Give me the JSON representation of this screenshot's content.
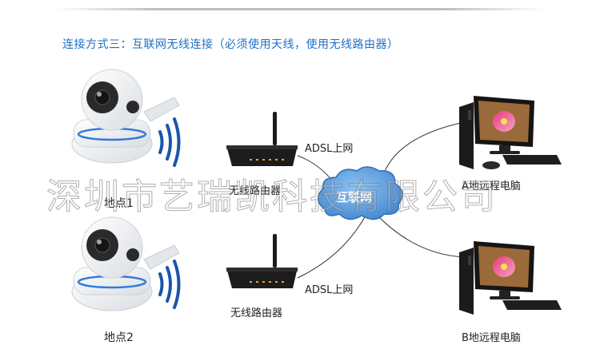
{
  "heading": "连接方式三：互联网无线连接（必须使用天线，使用无线路由器）",
  "cloud_label": "互联网",
  "router_labels": [
    "无线路由器",
    "无线路由器"
  ],
  "adsl_labels": [
    "ADSL上网",
    "ADSL上网"
  ],
  "site_labels": [
    "地点1",
    "地点2"
  ],
  "pc_labels": [
    "A地远程电脑",
    "B地远程电脑"
  ],
  "watermark": "深圳市艺瑞凯科技有限公司",
  "colors": {
    "heading": "#1f6fc4",
    "cloud": "#4a8fd6",
    "wifi": "#1a56a8",
    "camera_ring": "#2f7bd8",
    "router": "#1c1c1c"
  },
  "icons": {
    "camera": "ip-camera-icon",
    "wifi": "wifi-signal-icon",
    "router": "wireless-router-icon",
    "cloud": "internet-cloud-icon",
    "pc": "desktop-computer-icon"
  }
}
